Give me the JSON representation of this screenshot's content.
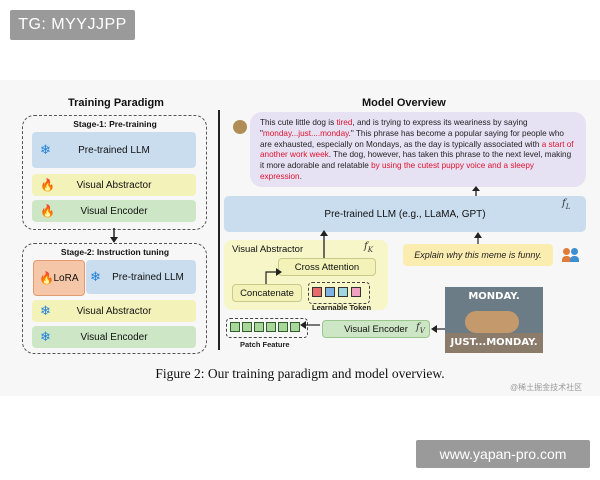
{
  "top_tag": "TG: MYYJJPP",
  "bottom_url": "www.yapan-pro.com",
  "watermark": "@稀土掘金技术社区",
  "training": {
    "title": "Training Paradigm",
    "stage1": {
      "label": "Stage-1: Pre-training",
      "items": [
        "Pre-trained LLM",
        "Visual Abstractor",
        "Visual Encoder"
      ]
    },
    "stage2": {
      "label": "Stage-2: Instruction tuning",
      "lora": "LoRA",
      "llm": "Pre-trained LLM",
      "items": [
        "Visual Abstractor",
        "Visual Encoder"
      ]
    }
  },
  "overview": {
    "title": "Model Overview",
    "response": {
      "p1": "This cute little dog is ",
      "r1": "tired",
      "p2": ", and is trying to express its weariness by saying \"",
      "r2": "monday...just....monday",
      "p3": ".\" This phrase has become a popular saying for people who are exhausted, especially on Mondays, as the day is typically associated with ",
      "r3": "a start of another work week",
      "p4": ". The dog, however, has taken this phrase to the next level, making it more adorable and relatable ",
      "r4": "by using the cutest puppy voice and a sleepy expression",
      "p5": "."
    },
    "llm_label": "Pre-trained  LLM (e.g., LLaMA, GPT)",
    "llm_symbol": "f",
    "llm_sub": "L",
    "abstractor_label": "Visual Abstractor",
    "abstractor_symbol": "f",
    "abstractor_sub": "K",
    "cross_attention": "Cross Attention",
    "concatenate": "Concatenate",
    "learnable_token": "Learnable Token",
    "patch_feature": "Patch Feature",
    "visual_encoder": "Visual Encoder",
    "encoder_symbol": "f",
    "encoder_sub": "V",
    "prompt": "Explain why this meme is funny.",
    "meme_top": "MONDAY.",
    "meme_bottom": "JUST...MONDAY."
  },
  "caption": "Figure 2: Our training paradigm and model overview.",
  "colors": {
    "llm_blue": "#c9ddef",
    "abstractor_yellow": "#f3f3b9",
    "encoder_green": "#cde7c6",
    "lora_orange": "#f6c6a8",
    "highlight_red": "#e0122d"
  },
  "token_colors": [
    "#e86b6b",
    "#7fb3e6",
    "#9fd6e0",
    "#f0a0c0"
  ]
}
